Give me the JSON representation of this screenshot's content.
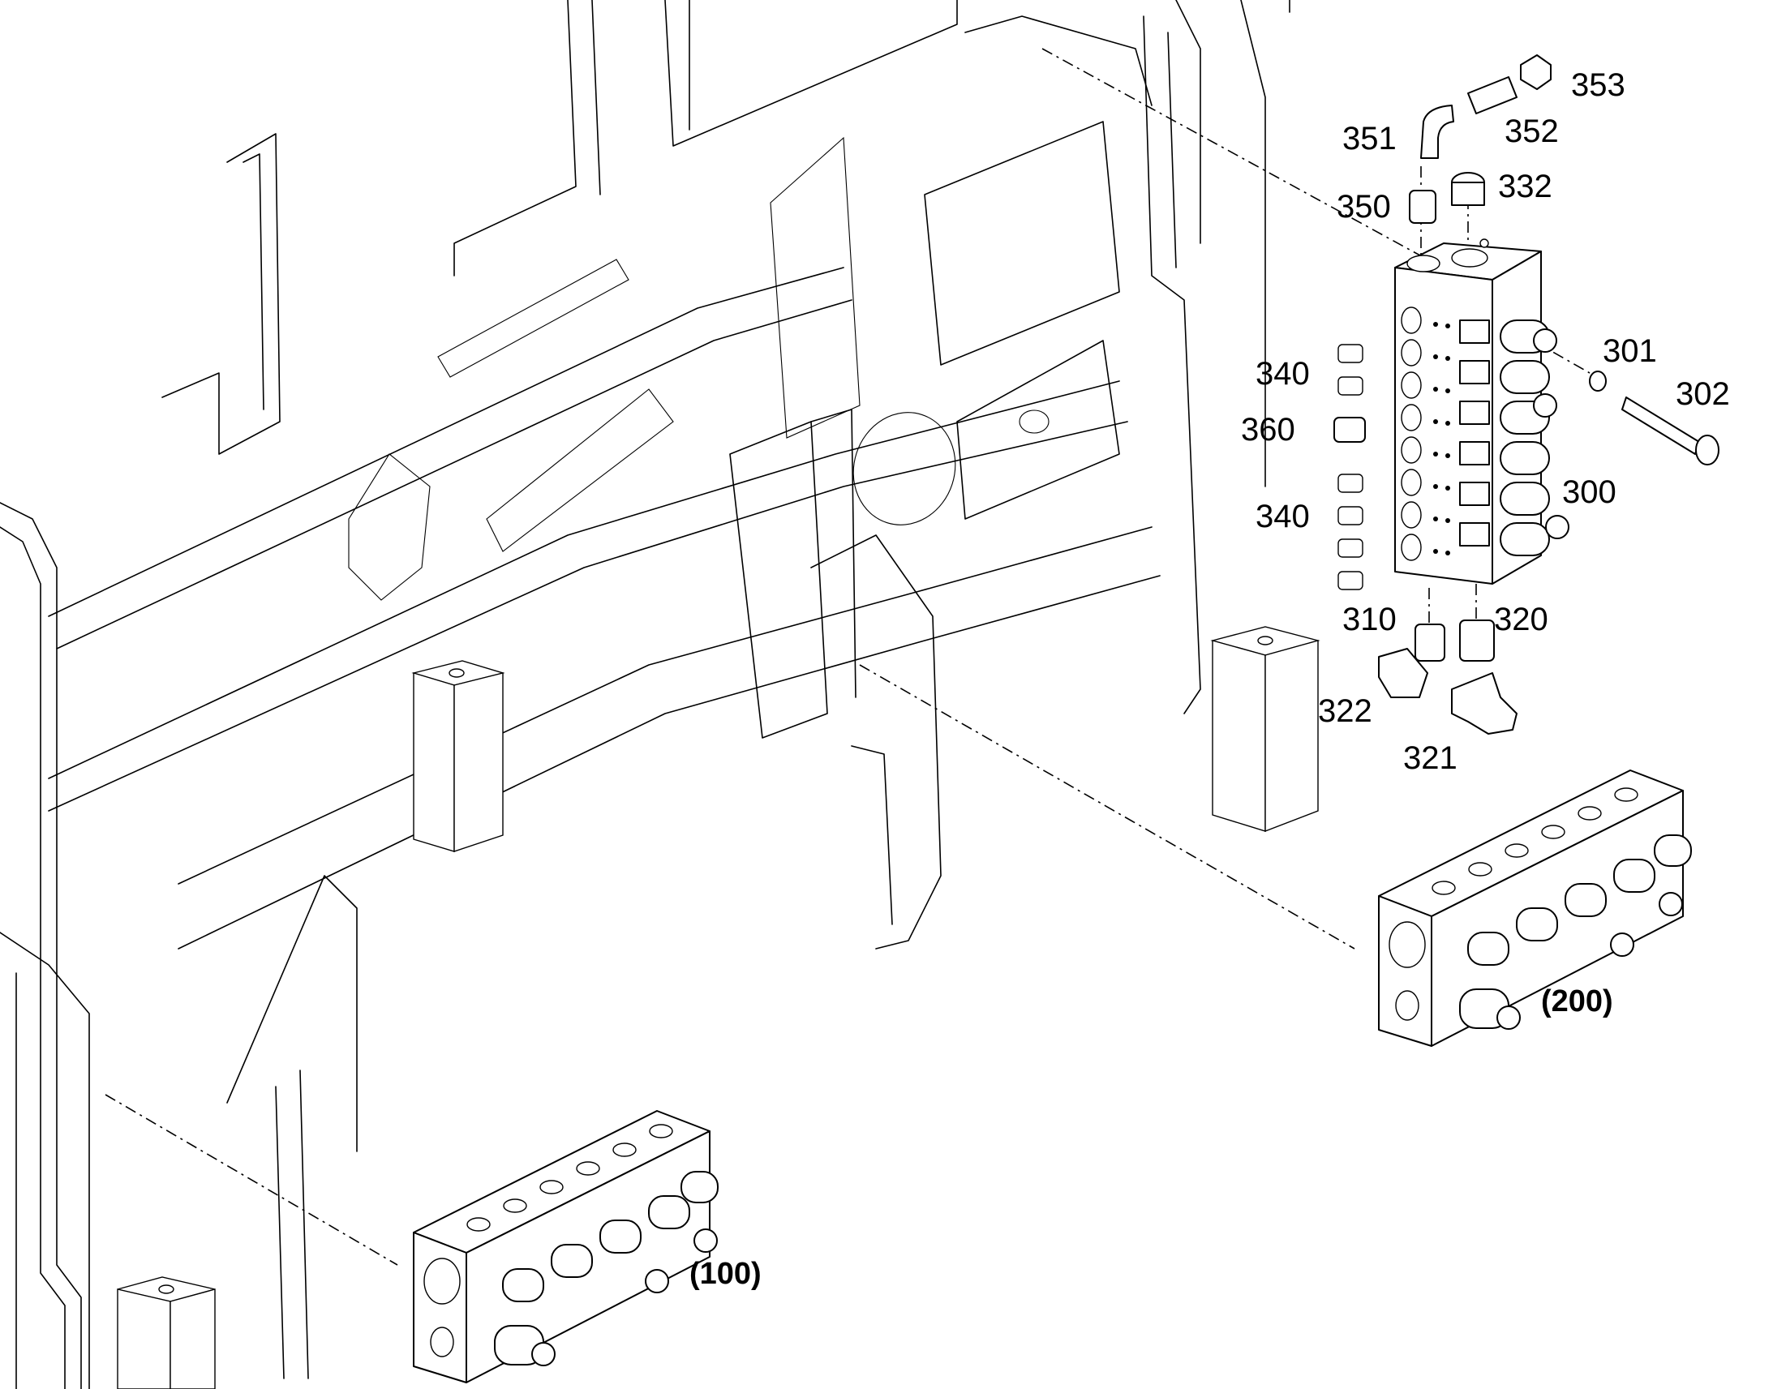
{
  "diagram": {
    "callouts": [
      {
        "id": "c353",
        "label": "353"
      },
      {
        "id": "c352",
        "label": "352"
      },
      {
        "id": "c351",
        "label": "351"
      },
      {
        "id": "c332",
        "label": "332"
      },
      {
        "id": "c350",
        "label": "350"
      },
      {
        "id": "c301",
        "label": "301"
      },
      {
        "id": "c302",
        "label": "302"
      },
      {
        "id": "c340a",
        "label": "340"
      },
      {
        "id": "c360",
        "label": "360"
      },
      {
        "id": "c300",
        "label": "300"
      },
      {
        "id": "c340b",
        "label": "340"
      },
      {
        "id": "c310",
        "label": "310"
      },
      {
        "id": "c320",
        "label": "320"
      },
      {
        "id": "c322",
        "label": "322"
      },
      {
        "id": "c321",
        "label": "321"
      }
    ],
    "assemblies": [
      {
        "id": "a200",
        "label": "(200)"
      },
      {
        "id": "a100",
        "label": "(100)"
      }
    ]
  }
}
